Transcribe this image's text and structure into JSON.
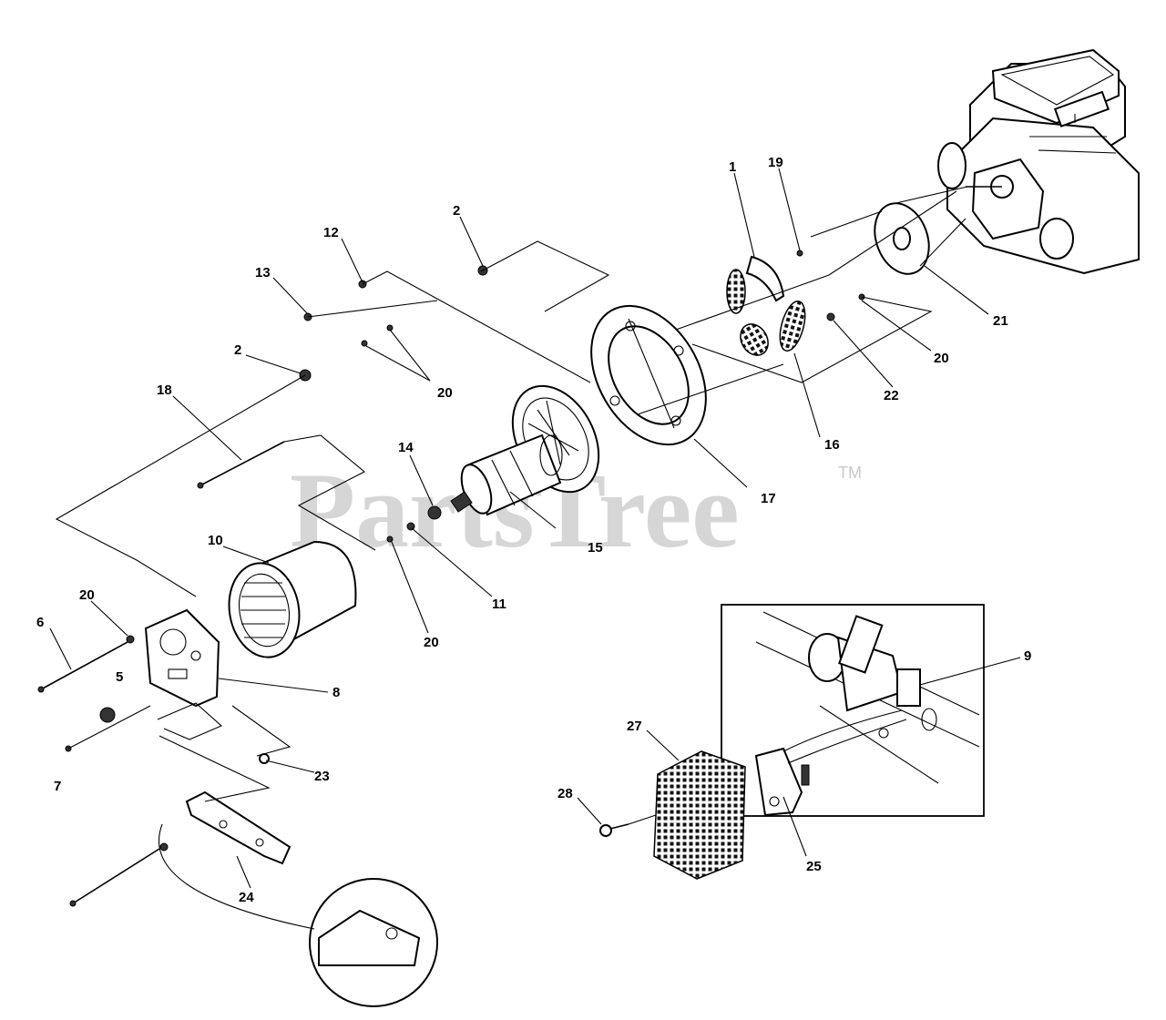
{
  "watermark": {
    "text": "PartsTree",
    "mark": "TM",
    "color": "#c9c9c9"
  },
  "callouts": [
    {
      "id": "c1",
      "text": "1"
    },
    {
      "id": "c2a",
      "text": "2"
    },
    {
      "id": "c2b",
      "text": "2"
    },
    {
      "id": "c6",
      "text": "6"
    },
    {
      "id": "c5",
      "text": "5"
    },
    {
      "id": "c7",
      "text": "7"
    },
    {
      "id": "c8",
      "text": "8"
    },
    {
      "id": "c9",
      "text": "9"
    },
    {
      "id": "c10",
      "text": "10"
    },
    {
      "id": "c11",
      "text": "11"
    },
    {
      "id": "c12",
      "text": "12"
    },
    {
      "id": "c13",
      "text": "13"
    },
    {
      "id": "c14",
      "text": "14"
    },
    {
      "id": "c15",
      "text": "15"
    },
    {
      "id": "c16",
      "text": "16"
    },
    {
      "id": "c17",
      "text": "17"
    },
    {
      "id": "c18",
      "text": "18"
    },
    {
      "id": "c19",
      "text": "19"
    },
    {
      "id": "c20a",
      "text": "20"
    },
    {
      "id": "c20b",
      "text": "20"
    },
    {
      "id": "c20c",
      "text": "20"
    },
    {
      "id": "c20d",
      "text": "20"
    },
    {
      "id": "c21",
      "text": "21"
    },
    {
      "id": "c22",
      "text": "22"
    },
    {
      "id": "c23",
      "text": "23"
    },
    {
      "id": "c24",
      "text": "24"
    },
    {
      "id": "c25",
      "text": "25"
    },
    {
      "id": "c27",
      "text": "27"
    },
    {
      "id": "c28",
      "text": "28"
    }
  ]
}
